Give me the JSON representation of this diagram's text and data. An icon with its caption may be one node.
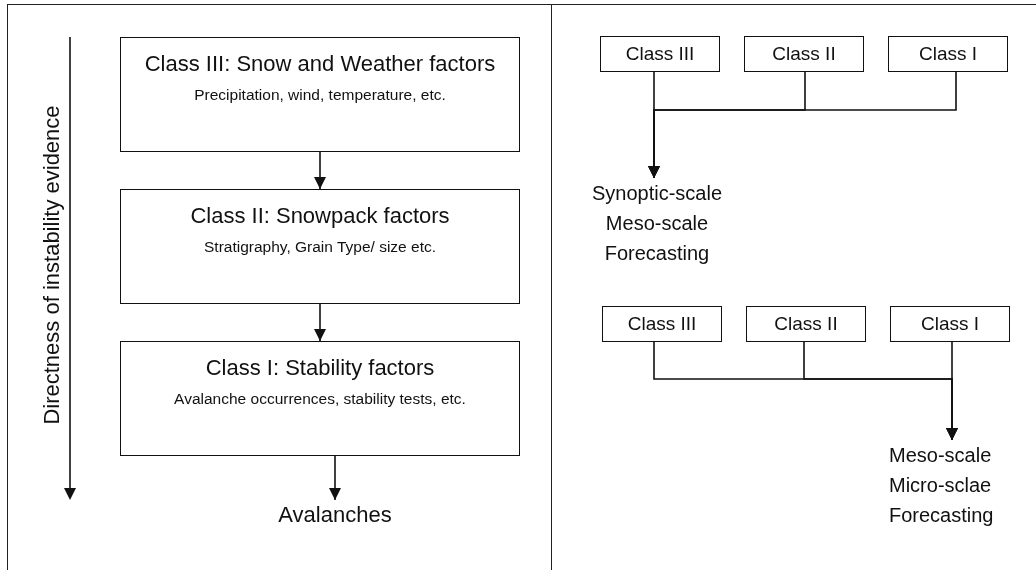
{
  "diagram": {
    "nodes": [
      {
        "text": [
          "Class III: Snow and Weather factors",
          "Precipitation, wind, temperature, etc."
        ]
      },
      {
        "text": [
          "Class II: Snowpack factors",
          "Stratigraphy, Grain Type/ size etc."
        ]
      },
      {
        "text": [
          "Class I: Stability factors",
          "Avalanche occurrences, stability tests, etc."
        ]
      },
      {
        "text": [
          "Avalanches"
        ]
      },
      {
        "text": [
          "Class III"
        ]
      },
      {
        "text": [
          "Class II"
        ]
      },
      {
        "text": [
          "Class I"
        ]
      },
      {
        "text": [
          "Synoptic-scale Meso-scale Forecasting"
        ]
      },
      {
        "text": [
          "Class III"
        ]
      },
      {
        "text": [
          "Class II"
        ]
      },
      {
        "text": [
          "Class I"
        ]
      },
      {
        "text": [
          "Meso-scale Micro-sclae Forecasting"
        ]
      }
    ],
    "edges": [
      {
        "from": 0,
        "to": 1,
        "arrow": "to"
      },
      {
        "from": 1,
        "to": 2,
        "arrow": "to"
      },
      {
        "from": 2,
        "to": 3,
        "arrow": "to"
      },
      {
        "from": 4,
        "to": 7,
        "arrow": "to"
      },
      {
        "from": 5,
        "to": 7,
        "arrow": "to"
      },
      {
        "from": 6,
        "to": 7,
        "arrow": "to"
      },
      {
        "from": 8,
        "to": 11,
        "arrow": "to"
      },
      {
        "from": 9,
        "to": 11,
        "arrow": "to"
      },
      {
        "from": 10,
        "to": 11,
        "arrow": "to"
      }
    ],
    "labels": [
      "Directness of instability evidence"
    ]
  }
}
